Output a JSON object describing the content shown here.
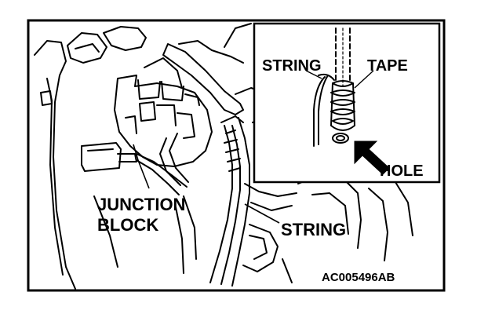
{
  "labels": {
    "junction_line1": "JUNCTION",
    "junction_line2": "BLOCK",
    "string_main": "STRING",
    "inset_string": "STRING",
    "inset_tape": "TAPE",
    "inset_hole": "HOLE",
    "figure_code": "AC005496AB"
  },
  "colors": {
    "ink": "#000000",
    "paper": "#ffffff"
  }
}
